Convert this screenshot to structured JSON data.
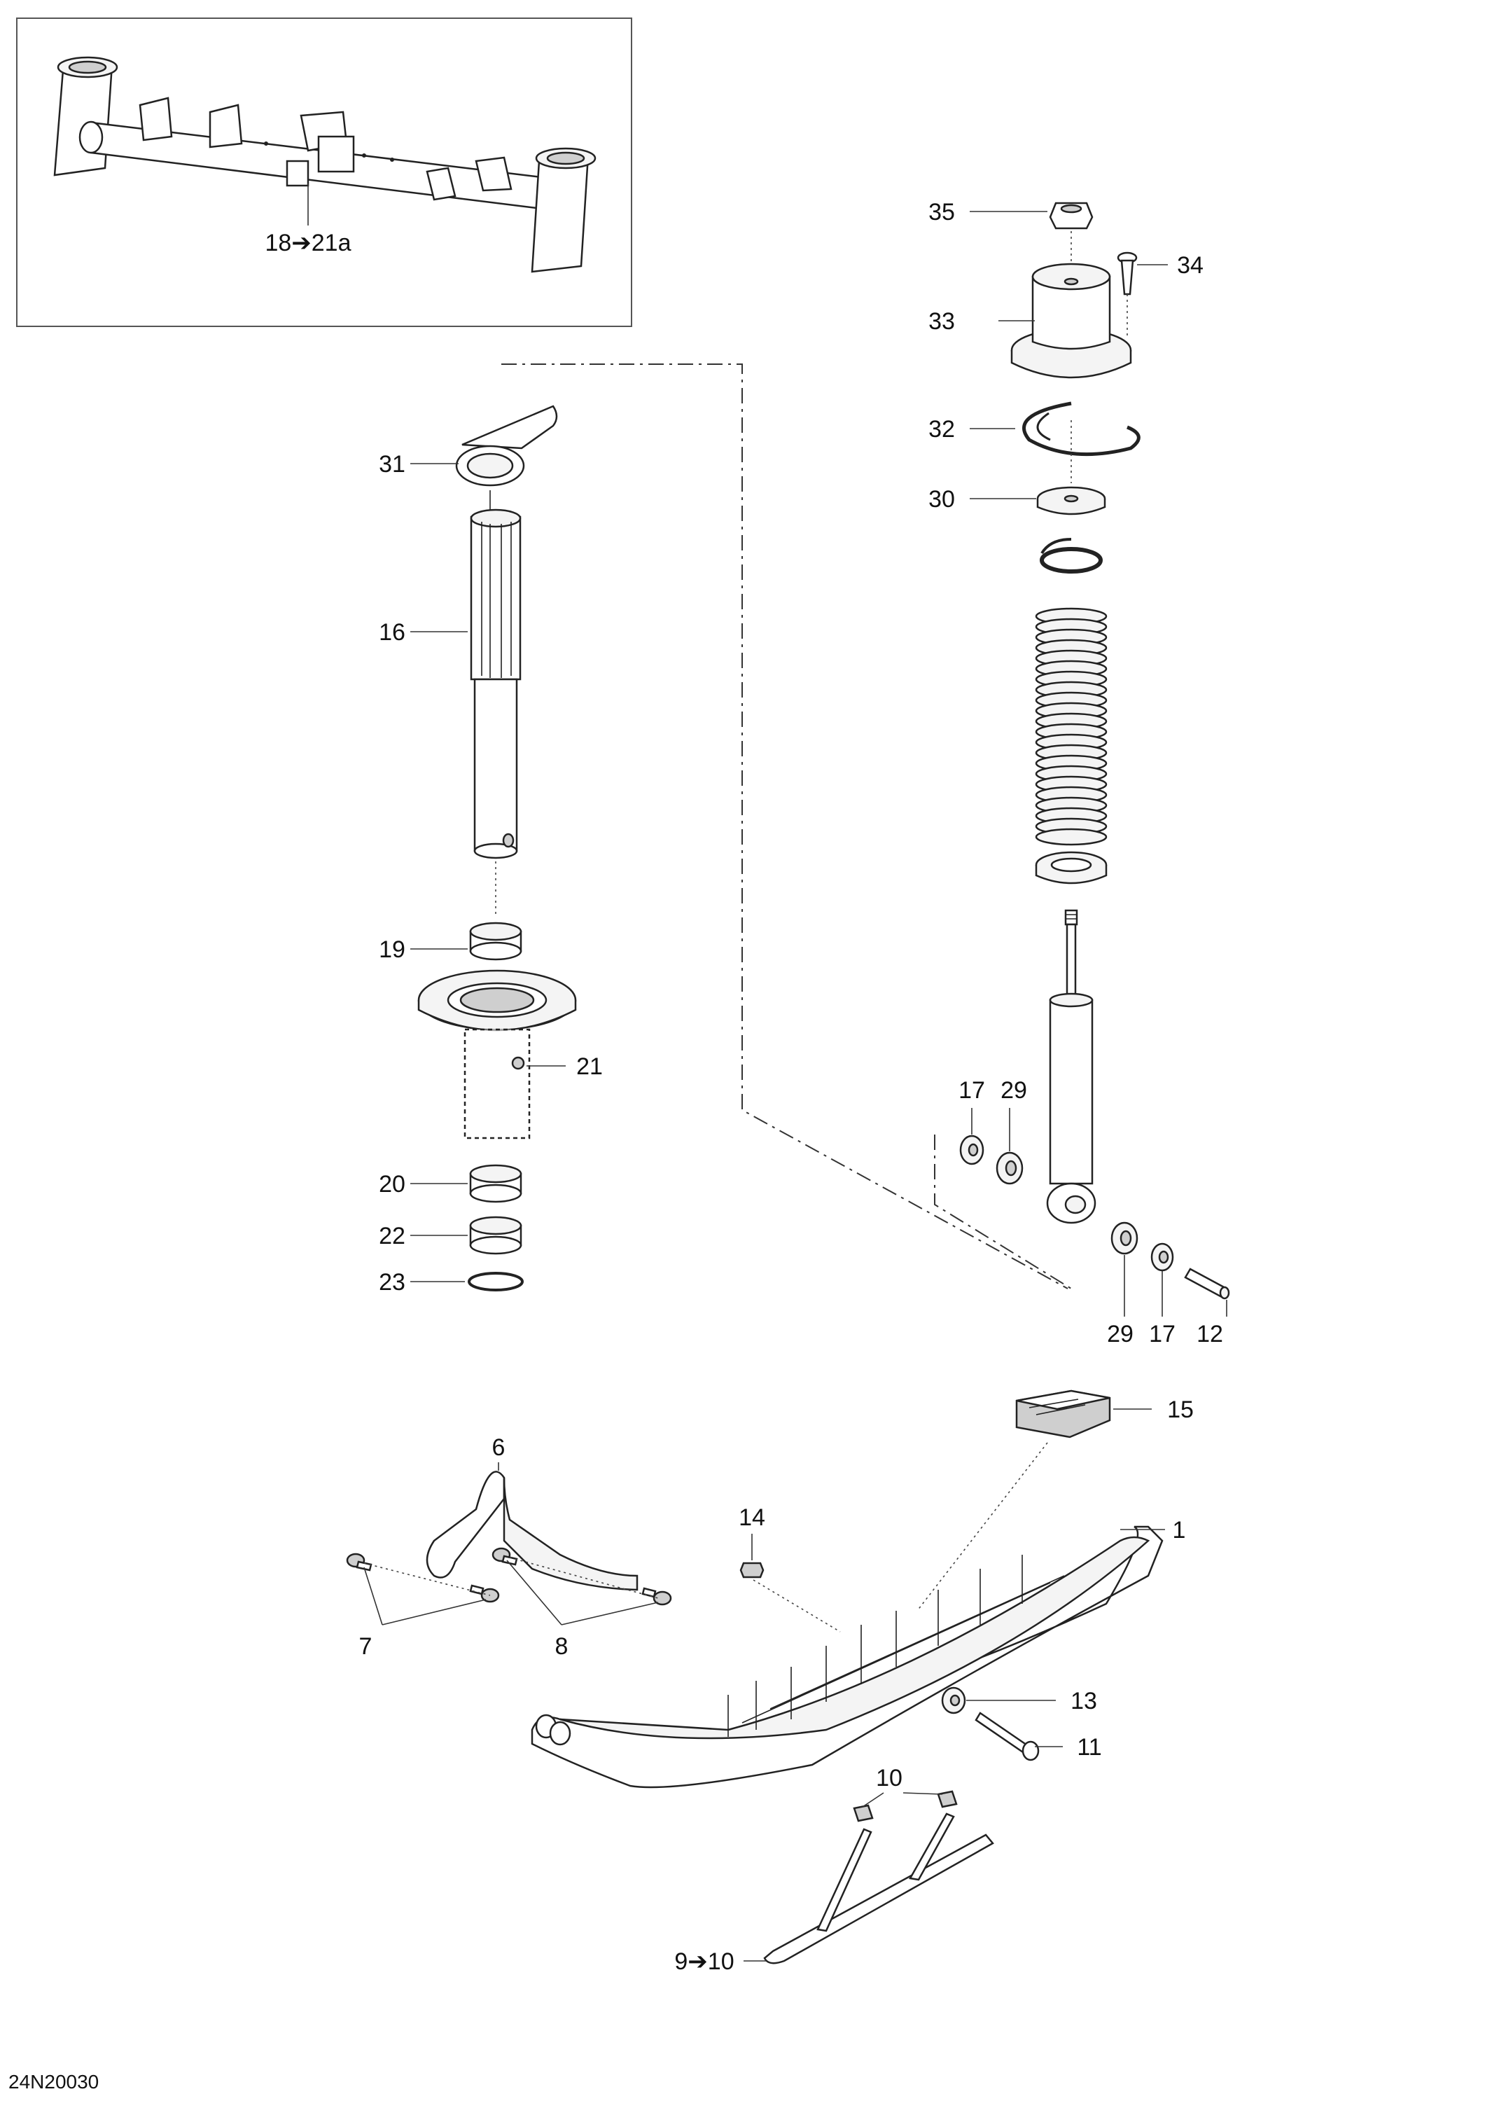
{
  "figure_code": "24N20030",
  "inset_label": "18➔21a",
  "callouts": {
    "c1": "1",
    "c6": "6",
    "c7": "7",
    "c8": "8",
    "c9": "9➔10",
    "c10": "10",
    "c11": "11",
    "c12": "12",
    "c13": "13",
    "c14": "14",
    "c15": "15",
    "c16": "16",
    "c17a": "17",
    "c17b": "17",
    "c19": "19",
    "c20": "20",
    "c21": "21",
    "c22": "22",
    "c23": "23",
    "c29a": "29",
    "c29b": "29",
    "c30": "30",
    "c31": "31",
    "c32": "32",
    "c33": "33",
    "c34": "34",
    "c35": "35"
  },
  "colors": {
    "line": "#222222",
    "background": "#ffffff"
  }
}
